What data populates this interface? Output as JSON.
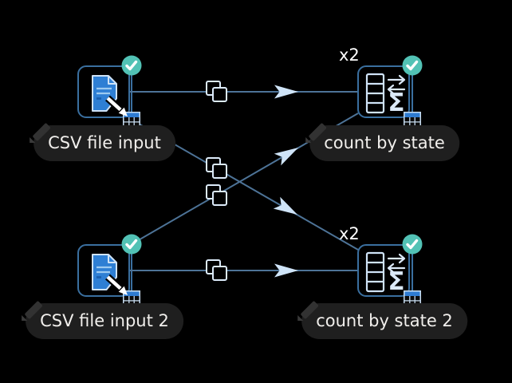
{
  "app": {
    "view": "workflow-canvas"
  },
  "nodes": [
    {
      "id": "csv-file-input",
      "label": "CSV file input",
      "kind": "csv-reader",
      "status": "executed"
    },
    {
      "id": "count-by-state",
      "label": "count by state",
      "kind": "aggregator",
      "status": "executed",
      "badge": "x2"
    },
    {
      "id": "csv-file-input-2",
      "label": "CSV file input 2",
      "kind": "csv-reader",
      "status": "executed"
    },
    {
      "id": "count-by-state-2",
      "label": "count by state 2",
      "kind": "aggregator",
      "status": "executed",
      "badge": "x2"
    }
  ],
  "edges": [
    {
      "from": "CSV file input",
      "to": "count by state"
    },
    {
      "from": "CSV file input",
      "to": "count by state 2"
    },
    {
      "from": "CSV file input 2",
      "to": "count by state"
    },
    {
      "from": "CSV file input 2",
      "to": "count by state 2"
    }
  ],
  "icons": {
    "status": "check-circle-icon",
    "copy": "copy-icon",
    "csv": "csv-file-icon",
    "port": "table-port-icon",
    "aggregator": "sum-table-icon",
    "edit": "pencil-icon",
    "sigma_glyph": "Σ"
  },
  "colors": {
    "background": "#000000",
    "node_border": "#3a6f9f",
    "edge": "#4d7397",
    "arrowhead": "#cfe4f8",
    "status_teal": "#52c2b5",
    "doc_blue": "#2e7fd4",
    "icon_light": "#cfe3f7",
    "port_header_blue": "#2e7bd1",
    "label_bg": "#1f1f1f",
    "label_text": "#f1efec"
  }
}
